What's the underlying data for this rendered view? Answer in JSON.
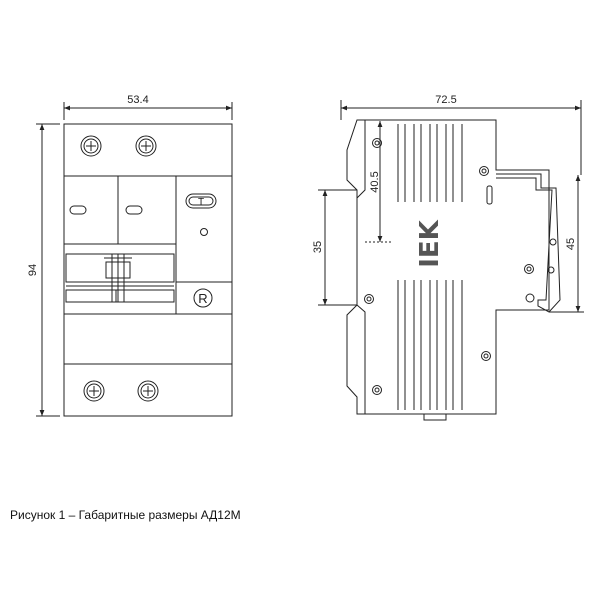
{
  "front_view": {
    "width_dim": "53.4",
    "height_dim": "94",
    "test_button_label": "T",
    "registered_mark": "R"
  },
  "side_view": {
    "width_dim": "72.5",
    "dim_40_5": "40.5",
    "dim_35": "35",
    "dim_45": "45",
    "logo_text": "IEK"
  },
  "caption": "Рисунок 1 – Габаритные размеры АД12М",
  "colors": {
    "line": "#222222",
    "logo": "#555555"
  }
}
